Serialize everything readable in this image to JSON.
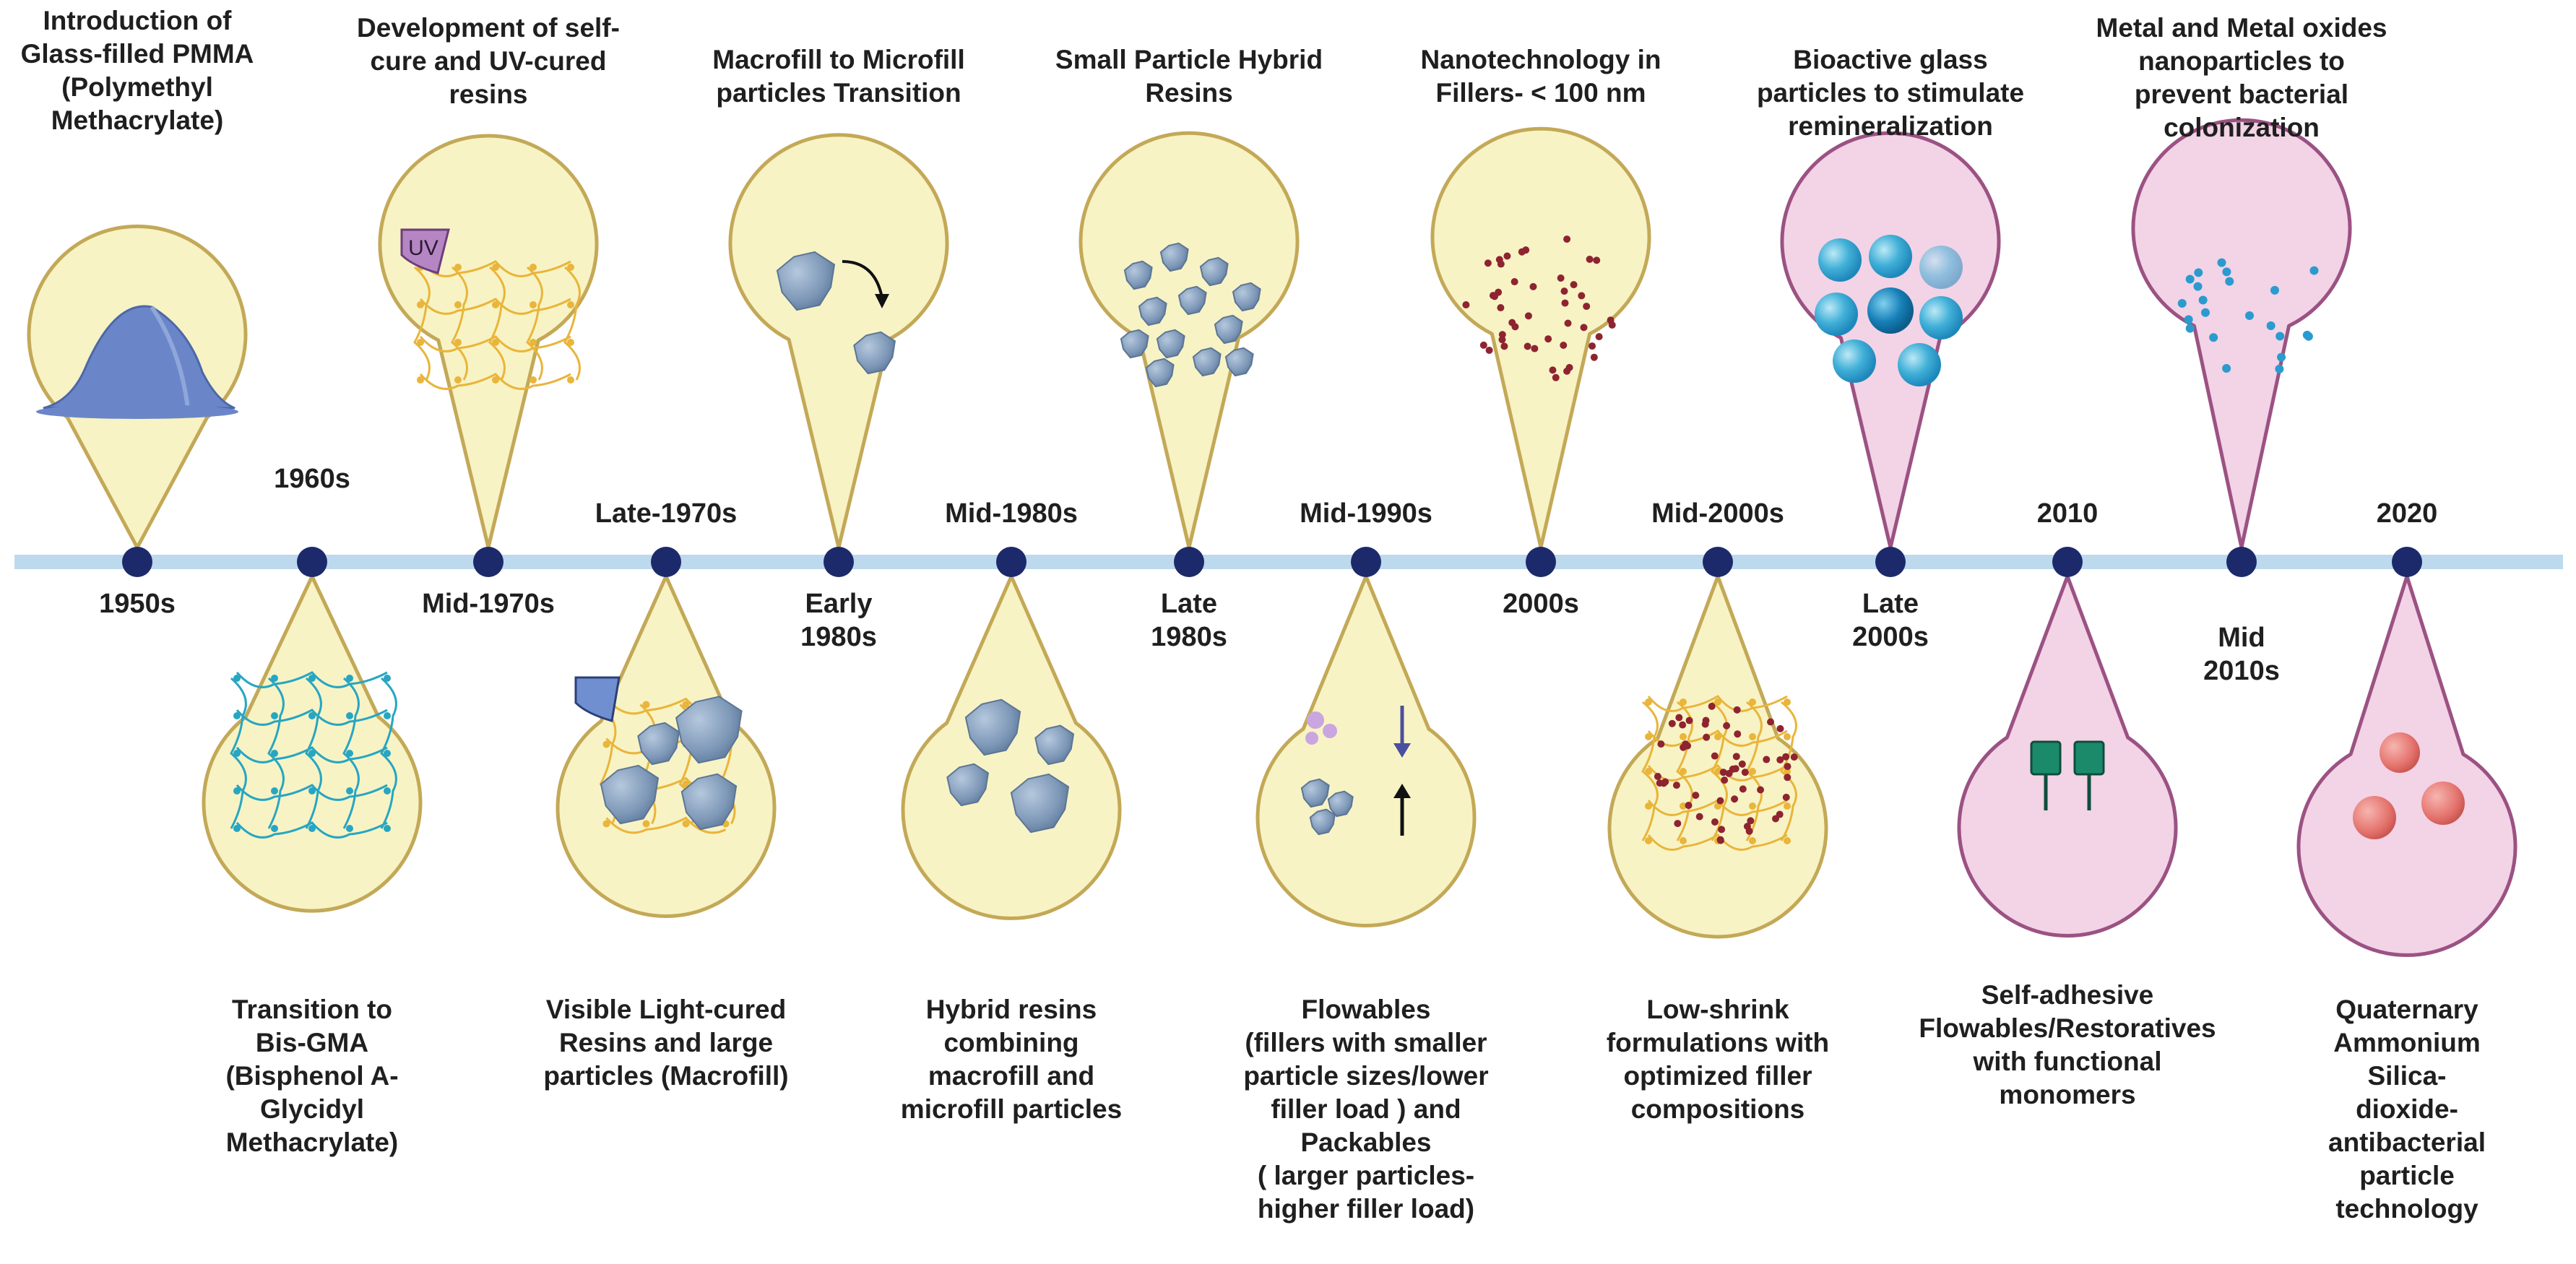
{
  "colors": {
    "timeline": "#bcd9ee",
    "node": "#1c2a6b",
    "yellow_fill": "#f8f3c5",
    "yellow_stroke": "#c3a957",
    "pink_fill": "#f3d3e6",
    "pink_stroke": "#9b5283",
    "particle": "#7f99b8",
    "mesh_blue": "#27a6c2",
    "mesh_yellow": "#e9b53a",
    "dot_red": "#8e2430"
  },
  "milestones": [
    {
      "year": "1950s",
      "description": "Introduction of\nGlass-filled PMMA\n(Polymethyl\nMethacrylate)",
      "icon": "powder-pile-icon",
      "theme": "yellow"
    },
    {
      "year": "1960s",
      "description": "Transition to\nBis-GMA\n(Bisphenol A-\nGlycidyl\nMethacrylate)",
      "icon": "blue-network-icon",
      "theme": "yellow"
    },
    {
      "year": "Mid-1970s",
      "description": "Development of self-\ncure and UV-cured\nresins",
      "icon": "uv-cure-network-icon",
      "theme": "yellow"
    },
    {
      "year": "Late-1970s",
      "description": "Visible Light-cured\nResins and large\nparticles (Macrofill)",
      "icon": "macrofill-particles-icon",
      "theme": "yellow"
    },
    {
      "year": "Early\n1980s",
      "description": "Macrofill to Microfill\nparticles Transition",
      "icon": "macro-to-micro-icon",
      "theme": "yellow"
    },
    {
      "year": "Mid-1980s",
      "description": "Hybrid resins\ncombining\nmacrofill and\nmicrofill particles",
      "icon": "hybrid-particles-icon",
      "theme": "yellow"
    },
    {
      "year": "Late\n1980s",
      "description": "Small Particle Hybrid\nResins",
      "icon": "small-particle-cluster-icon",
      "theme": "yellow"
    },
    {
      "year": "Mid-1990s",
      "description": "Flowables\n(fillers with smaller\nparticle sizes/lower\nfiller load ) and\nPackables\n( larger particles-\nhigher filler load)",
      "icon": "flowable-packable-icon",
      "theme": "yellow"
    },
    {
      "year": "2000s",
      "description": "Nanotechnology in\nFillers- < 100 nm",
      "icon": "nanoparticles-icon",
      "theme": "yellow"
    },
    {
      "year": "Mid-2000s",
      "description": "Low-shrink\nformulations with\noptimized filler\ncompositions",
      "icon": "low-shrink-network-icon",
      "theme": "yellow"
    },
    {
      "year": "Late\n2000s",
      "description": "Bioactive glass\nparticles to stimulate\nremineralization",
      "icon": "bioactive-glass-icon",
      "theme": "pink"
    },
    {
      "year": "2010",
      "description": "Self-adhesive\nFlowables/Restoratives\nwith  functional\nmonomers",
      "icon": "functional-monomer-icon",
      "theme": "pink"
    },
    {
      "year": "Mid\n2010s",
      "description": "Metal and Metal oxides\nnanoparticles to\nprevent bacterial\ncolonization",
      "icon": "metal-nanoparticles-icon",
      "theme": "pink"
    },
    {
      "year": "2020",
      "description": "Quaternary\nAmmonium Silica-\ndioxide-\nantibacterial\nparticle technology",
      "icon": "antibacterial-particles-icon",
      "theme": "pink"
    }
  ]
}
